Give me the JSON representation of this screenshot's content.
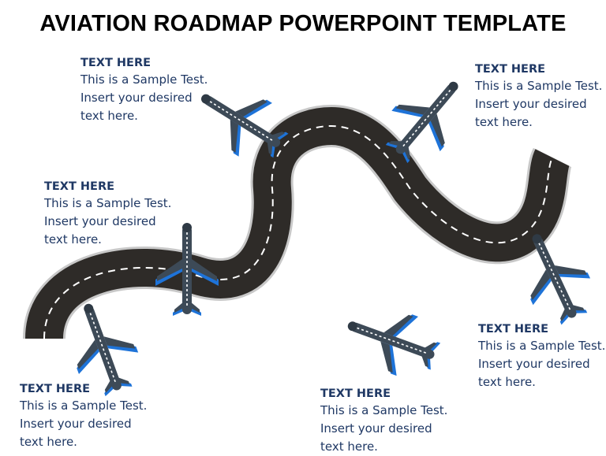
{
  "title": "AVIATION ROADMAP POWERPOINT TEMPLATE",
  "colors": {
    "road": "#2e2b28",
    "road_edge": "#c8c8c8",
    "dash": "#ffffff",
    "plane_body": "#3d4a57",
    "plane_wing_accent": "#1e73d8",
    "text": "#1f3864"
  },
  "callouts": [
    {
      "id": "c1",
      "heading": "TEXT HERE",
      "body": "This is a Sample Test.\nInsert your desired\ntext here."
    },
    {
      "id": "c2",
      "heading": "TEXT HERE",
      "body": "This is a Sample Test.\nInsert your desired\ntext here."
    },
    {
      "id": "c3",
      "heading": "TEXT HERE",
      "body": "This is a Sample Test.\nInsert your desired\ntext here."
    },
    {
      "id": "c4",
      "heading": "TEXT HERE",
      "body": "This is a Sample Test.\nInsert your desired\ntext here."
    },
    {
      "id": "c5",
      "heading": "TEXT HERE",
      "body": "This is a Sample Test.\nInsert your desired\ntext here."
    },
    {
      "id": "c6",
      "heading": "TEXT HERE",
      "body": "This is a Sample Test.\nInsert your desired\ntext here."
    }
  ],
  "icons": [
    "airplane-icon"
  ]
}
